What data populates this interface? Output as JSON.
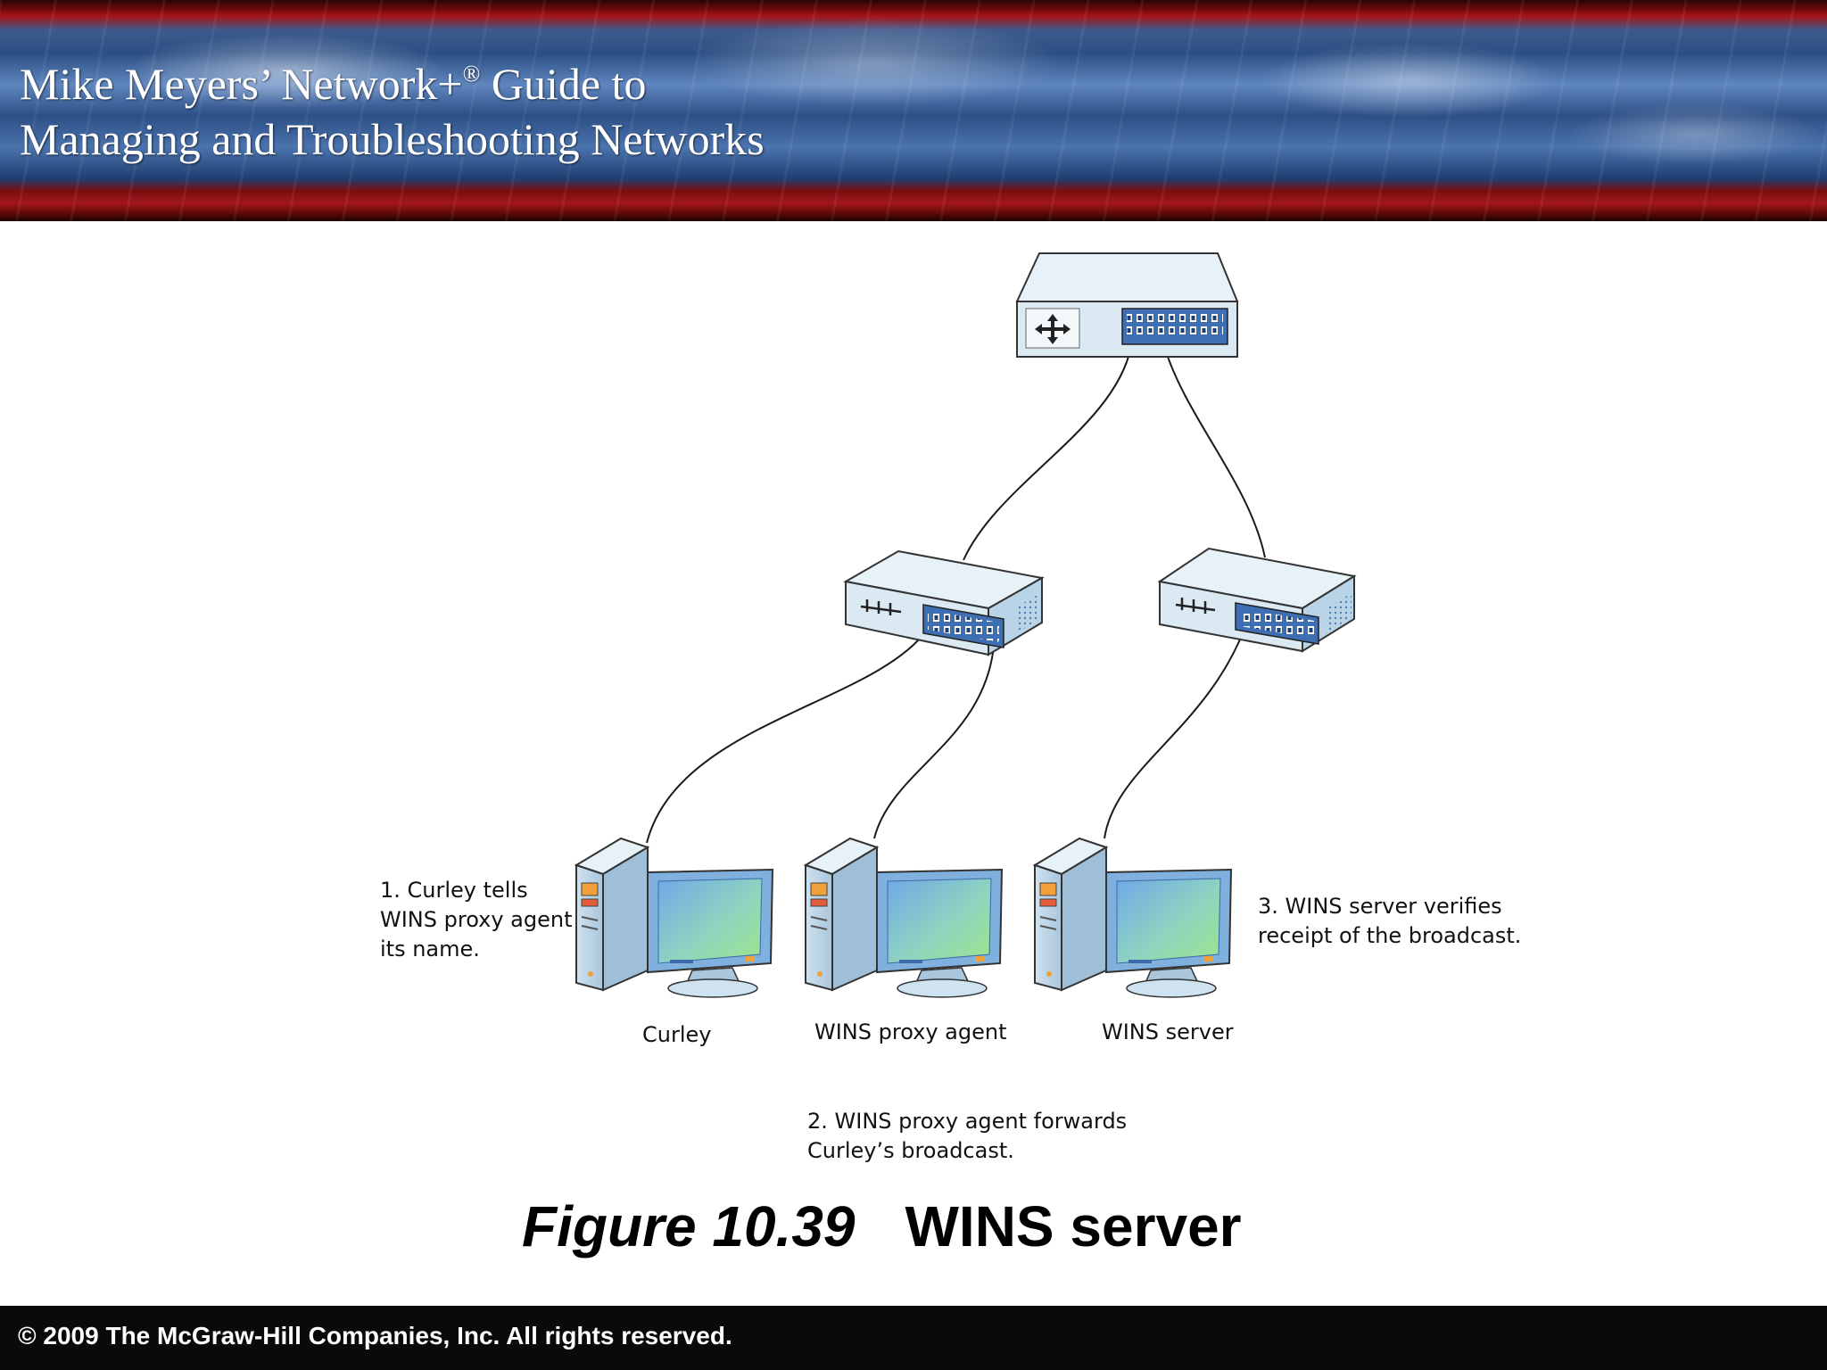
{
  "header": {
    "title_line1": "Mike Meyers’ Network+",
    "title_mark": "®",
    "title_line1_end": " Guide to",
    "title_line2": "Managing and Troubleshooting Networks"
  },
  "diagram": {
    "steps": {
      "step1": "1. Curley tells\nWINS proxy agent\nits name.",
      "step2": "2. WINS proxy agent forwards\nCurley’s broadcast.",
      "step3": "3. WINS server verifies\nreceipt of the broadcast."
    },
    "computers": {
      "curley": "Curley",
      "proxy": "WINS proxy agent",
      "server": "WINS server"
    },
    "colors": {
      "device_top": "#e6f1f8",
      "device_front": "#dbe9f3",
      "device_side": "#b9d4e7",
      "port_panel": "#3f6fb3",
      "screen_green": "#8fe39a",
      "screen_blue": "#6fa8e8"
    }
  },
  "caption": {
    "number": "Figure 10.39",
    "title": "WINS server"
  },
  "footer": {
    "copyright": "© 2009 The McGraw-Hill Companies, Inc. All rights reserved."
  }
}
